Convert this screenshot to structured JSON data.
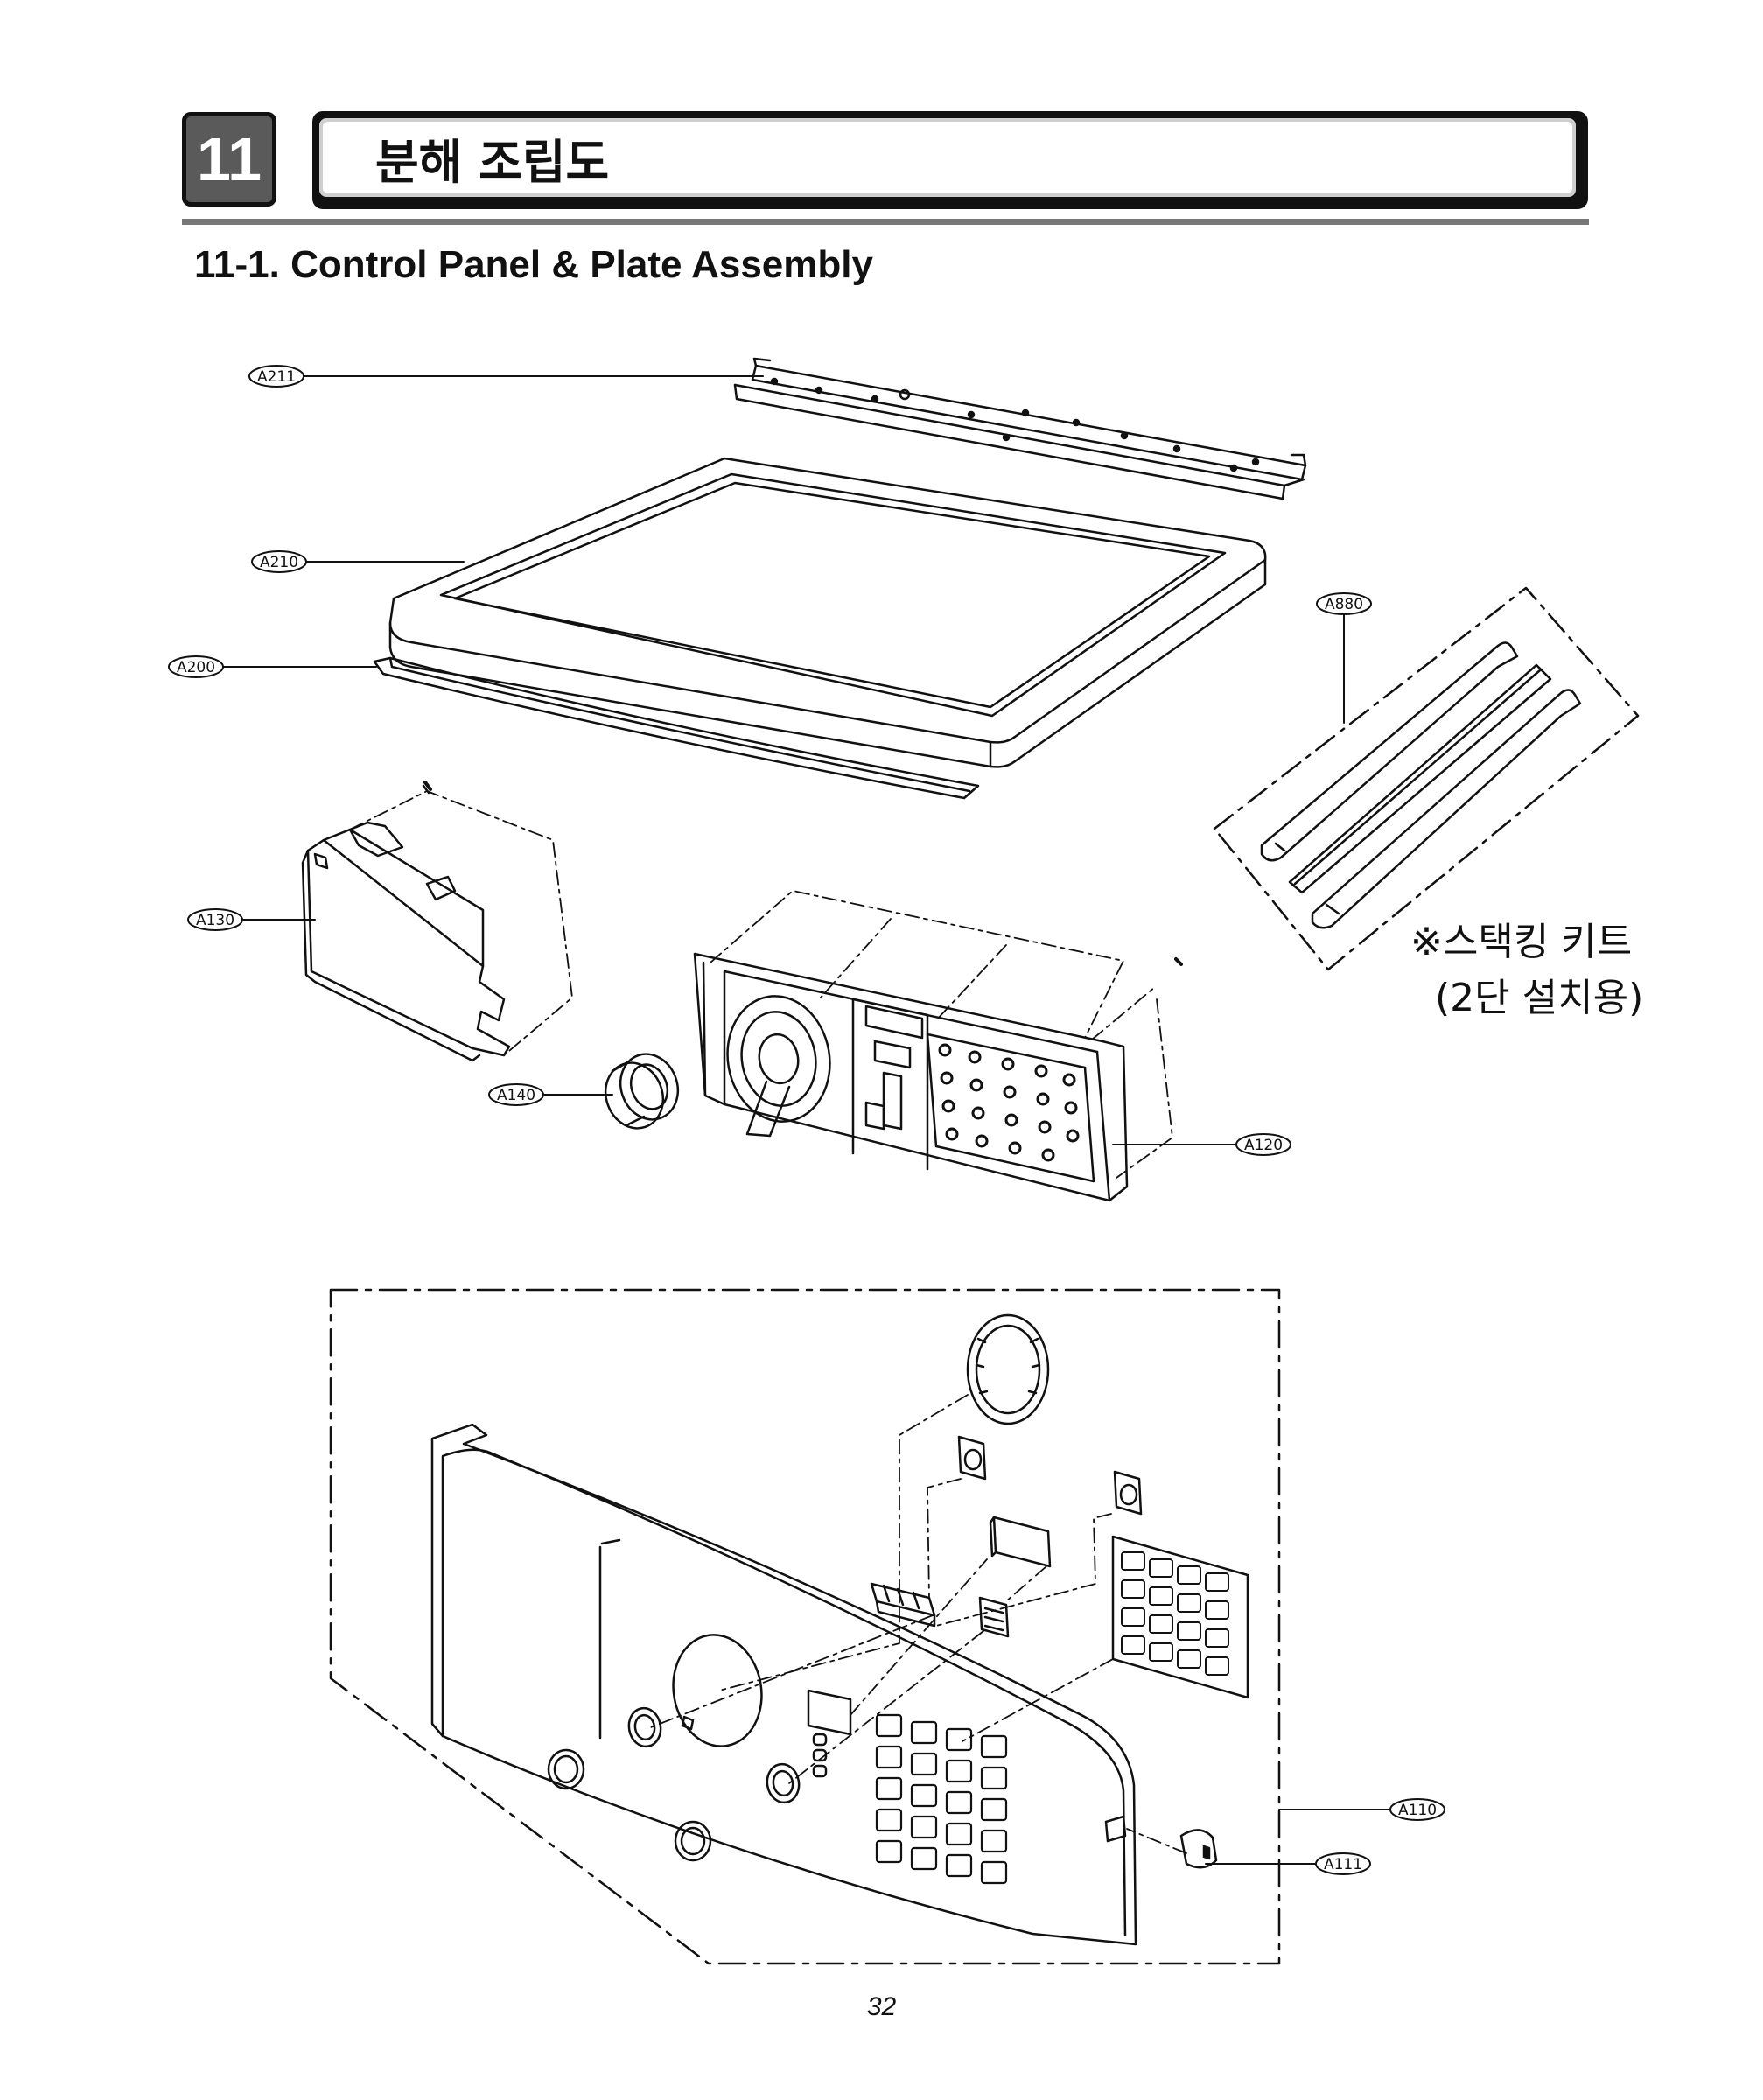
{
  "header": {
    "chapter_number": "11",
    "chapter_title": "분해 조립도",
    "section_title": "11-1. Control Panel & Plate Assembly"
  },
  "callouts": [
    {
      "id": "A211",
      "label": "A211"
    },
    {
      "id": "A210",
      "label": "A210"
    },
    {
      "id": "A200",
      "label": "A200"
    },
    {
      "id": "A880",
      "label": "A880"
    },
    {
      "id": "A130",
      "label": "A130"
    },
    {
      "id": "A140",
      "label": "A140"
    },
    {
      "id": "A120",
      "label": "A120"
    },
    {
      "id": "A110",
      "label": "A110"
    },
    {
      "id": "A111",
      "label": "A111"
    }
  ],
  "stacking_kit_note": {
    "line1": "※스택킹 키트",
    "line2": "(2단 설치용)"
  },
  "footer": {
    "page_number": "32"
  }
}
